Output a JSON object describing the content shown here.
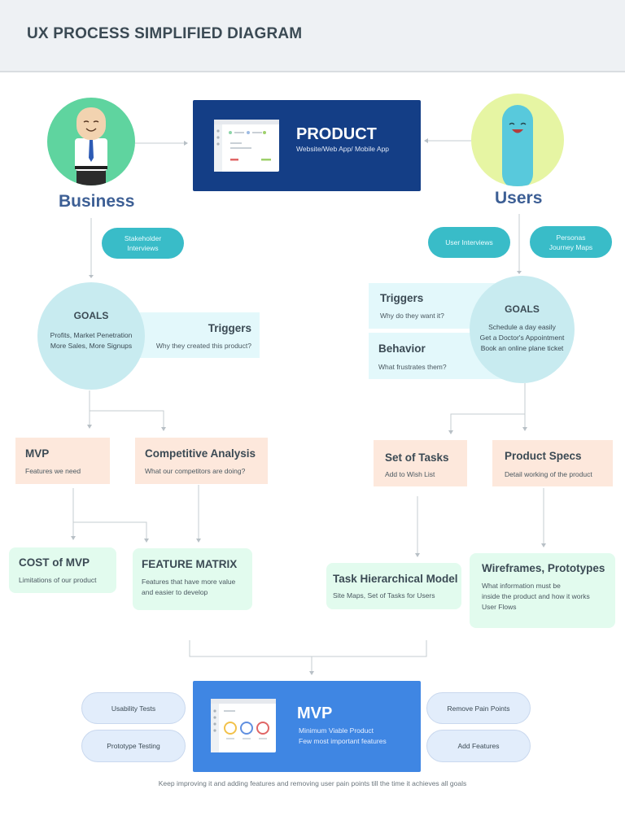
{
  "header": {
    "title": "UX PROCESS SIMPLIFIED DIAGRAM"
  },
  "business": {
    "label": "Business",
    "stakeholder_pill": [
      "Stakeholder",
      "Interviews"
    ],
    "goals": {
      "title": "GOALS",
      "lines": [
        "Profits, Market Penetration",
        "More Sales, More Signups"
      ]
    },
    "triggers": {
      "title": "Triggers",
      "sub": "Why they created this product?"
    },
    "mvp": {
      "title": "MVP",
      "sub": "Features we need"
    },
    "competitive": {
      "title": "Competitive Analysis",
      "sub": "What our competitors are doing?"
    },
    "cost": {
      "title": "COST of MVP",
      "sub": "Limitations of our product"
    },
    "feature_matrix": {
      "title": "FEATURE MATRIX",
      "lines": [
        "Features that have more value",
        "and easier to develop"
      ]
    }
  },
  "product": {
    "title": "PRODUCT",
    "sub": "Website/Web App/ Mobile App"
  },
  "users": {
    "label": "Users",
    "interviews_pill": "User Interviews",
    "personas_pill": [
      "Personas",
      "Journey Maps"
    ],
    "triggers": {
      "title": "Triggers",
      "sub": "Why do they want it?"
    },
    "behavior": {
      "title": "Behavior",
      "sub": "What frustrates them?"
    },
    "goals": {
      "title": "GOALS",
      "lines": [
        "Schedule a day easily",
        "Get a Doctor's Appointment",
        "Book an online plane ticket"
      ]
    },
    "tasks": {
      "title": "Set of Tasks",
      "sub": "Add to Wish List"
    },
    "specs": {
      "title": "Product Specs",
      "sub": "Detail working of the product"
    },
    "task_model": {
      "title": "Task Hierarchical Model",
      "sub": "Site Maps, Set of Tasks for Users"
    },
    "wireframes": {
      "title": "Wireframes, Prototypes",
      "lines": [
        "What information must be",
        "inside the product and how it works",
        "User Flows"
      ]
    }
  },
  "mvp_final": {
    "title": "MVP",
    "lines": [
      "Minimum Viable Product",
      "Few most important features"
    ],
    "left_pills": [
      "Usability Tests",
      "Prototype Testing"
    ],
    "right_pills": [
      "Remove Pain Points",
      "Add Features"
    ]
  },
  "footer": {
    "note": "Keep improving it and adding features and removing user pain points till the time it achieves all goals"
  },
  "colors": {
    "product_box": "#143e86",
    "mvp_box": "#3f86e3",
    "pill": "#39bcc8",
    "goal_circle": "#c8ebf0",
    "business_avatar": "#5fd49f",
    "users_avatar": "#e6f5a3",
    "actor_label": "#3d5f95"
  }
}
